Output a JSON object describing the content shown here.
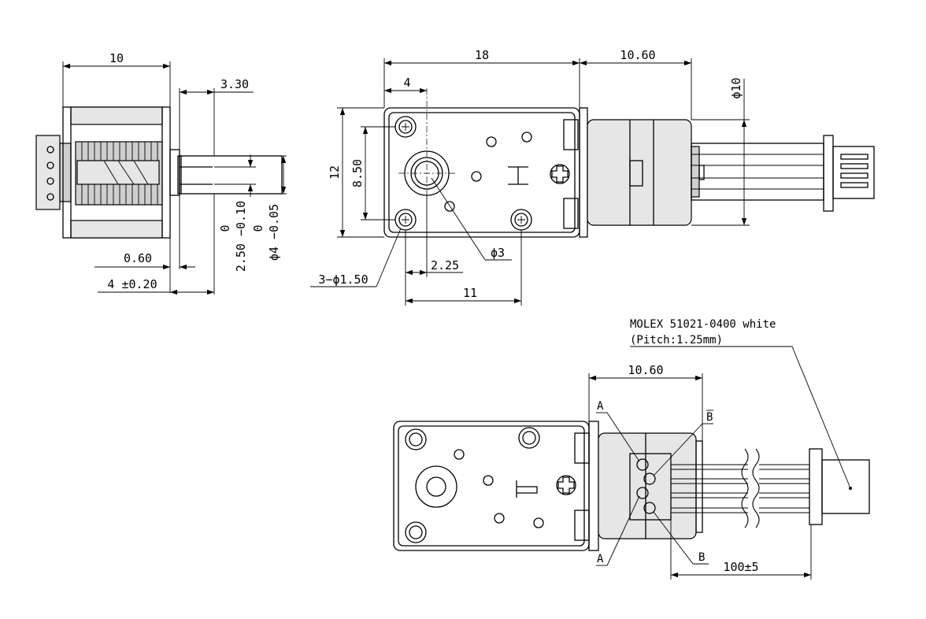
{
  "dimensions": {
    "side_width": "10",
    "shaft_length": "3.30",
    "flat_tolerance_zero": "0",
    "flat_dimension": "2.50 −0.10",
    "shaft_tolerance_zero": "0",
    "shaft_diameter": "ϕ4 −0.05",
    "flange_thickness": "0.60",
    "shaft_offset": "4 ±0.20",
    "front_width": "18",
    "motor_length": "10.60",
    "motor_diameter": "ϕ10",
    "hole_offset": "4",
    "front_height": "12",
    "hole_spacing_v": "8.50",
    "bore_diameter": "ϕ3",
    "bore_offset": "2.25",
    "hole_spacing_h": "11",
    "mount_holes": "3−ϕ1.50",
    "rear_motor_length": "10.60",
    "cable_length": "100±5"
  },
  "connector": {
    "line1": "MOLEX 51021-0400 white",
    "line2": "(Pitch:1.25mm)"
  },
  "pins": {
    "a_top": "A",
    "b_top": "B",
    "a_bottom": "A",
    "b_bottom": "B"
  }
}
